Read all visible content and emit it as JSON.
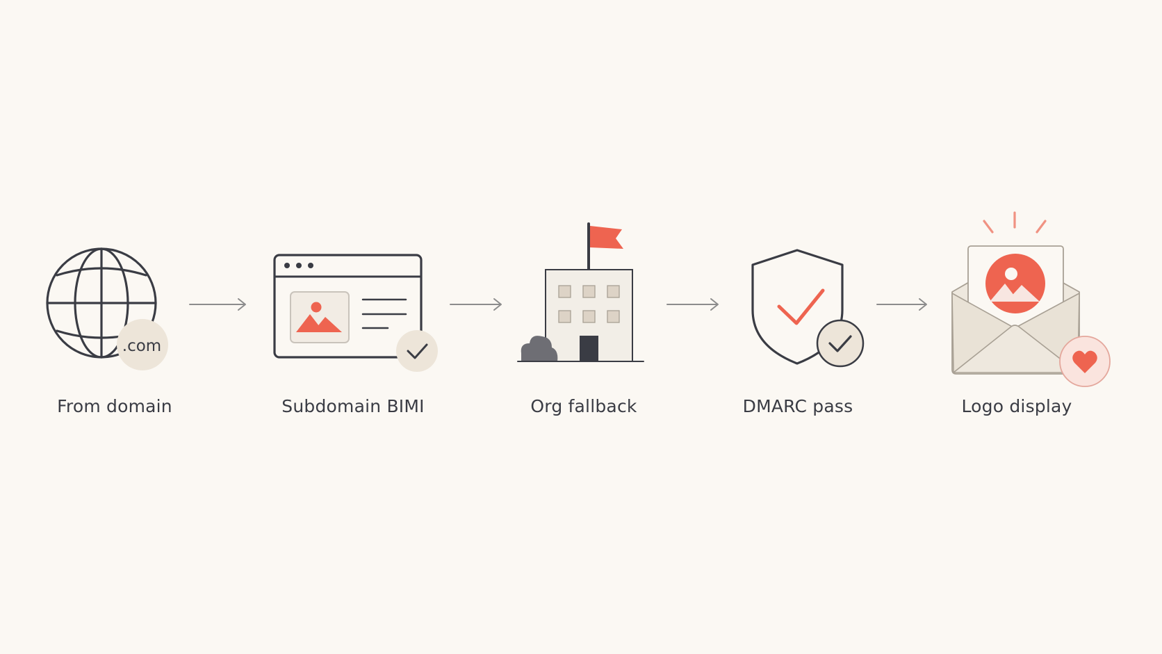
{
  "colors": {
    "background": "#fbf8f3",
    "stroke": "#3a3c44",
    "accent": "#ee6450",
    "accent_light": "#f6d8d2",
    "badge": "#ede5d9",
    "paper": "#f2eee7",
    "arrow": "#8c8c8c"
  },
  "steps": [
    {
      "id": "from-domain",
      "label": "From domain",
      "icon": "globe-icon",
      "badge_text": ".com"
    },
    {
      "id": "subdomain-bimi",
      "label": "Subdomain BIMI",
      "icon": "browser-window-icon",
      "badge": "checkmark-icon"
    },
    {
      "id": "org-fallback",
      "label": "Org fallback",
      "icon": "building-flag-icon"
    },
    {
      "id": "dmarc-pass",
      "label": "DMARC pass",
      "icon": "shield-check-icon",
      "badge": "checkmark-icon"
    },
    {
      "id": "logo-display",
      "label": "Logo display",
      "icon": "envelope-logo-icon",
      "badge": "heart-icon"
    }
  ]
}
